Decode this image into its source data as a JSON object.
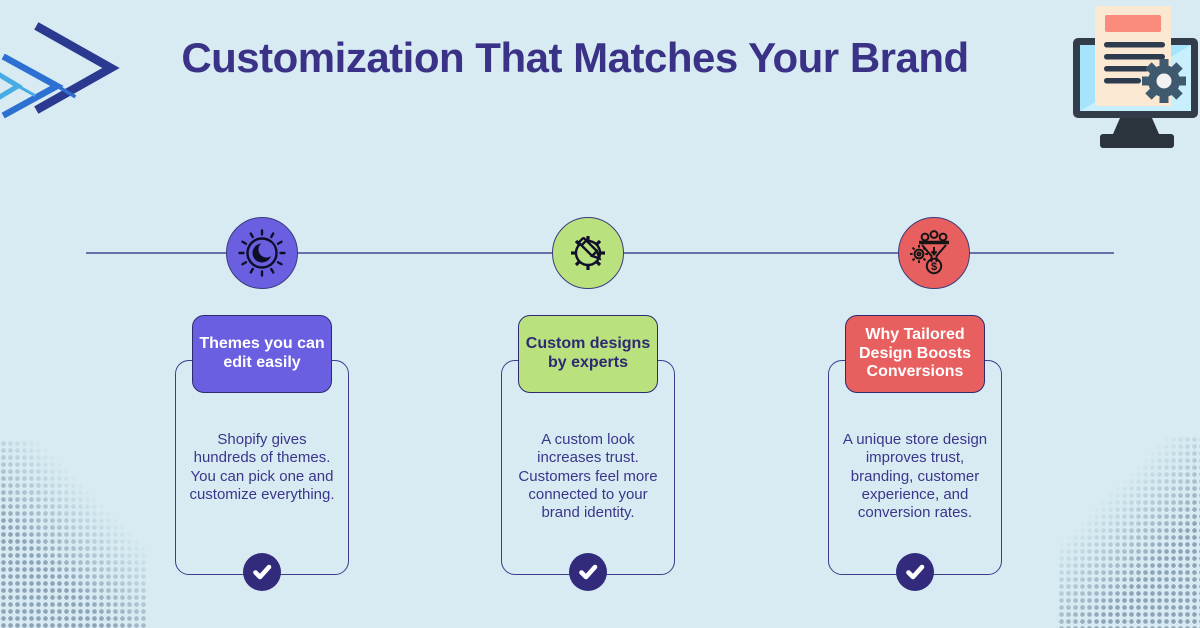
{
  "header": {
    "title": "Customization That Matches Your Brand",
    "arrows_icon": "triple-chevron-right-icon",
    "monitor_illustration": "monitor-document-gear-illustration"
  },
  "colors": {
    "background": "#d8ebf3",
    "title_text": "#3a3286",
    "body_text": "#3a368a",
    "timeline_line": "#6a6fa8",
    "card_border": "#3f3c8e",
    "check_circle": "#322b7c",
    "halftone_dots": "#8ba4b6"
  },
  "columns": [
    {
      "icon": "theme-day-night-icon",
      "circle_color": "#6a5fe0",
      "badge_label": "Themes you can edit easily",
      "badge_bg": "#6a5fe0",
      "badge_text_color": "#ffffff",
      "body": "Shopify gives hundreds of themes. You can pick one and customize everything.",
      "check_icon": "checkmark-icon"
    },
    {
      "icon": "gear-pencil-icon",
      "circle_color": "#b9e17e",
      "badge_label": "Custom designs by experts",
      "badge_bg": "#b9e17e",
      "badge_text_color": "#2e2a72",
      "body": "A custom look increases trust. Customers feel more connected to your brand identity.",
      "check_icon": "checkmark-icon"
    },
    {
      "icon": "conversion-funnel-icon",
      "circle_color": "#e85f5f",
      "badge_label": "Why Tailored Design Boosts Conversions",
      "badge_bg": "#e85f5f",
      "badge_text_color": "#ffffff",
      "body": "A unique store design improves trust, branding, customer experience, and conversion rates.",
      "check_icon": "checkmark-icon"
    }
  ]
}
